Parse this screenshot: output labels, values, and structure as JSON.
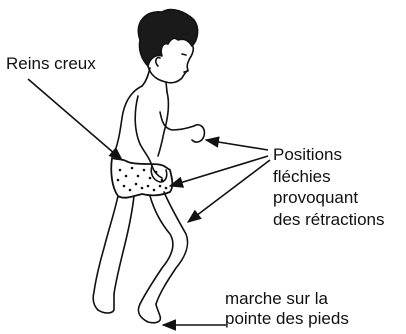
{
  "labels": {
    "reins": "Reins creux",
    "positions": [
      "Positions",
      "fléchies",
      "provoquant",
      "des rétractions"
    ],
    "marche": [
      "marche sur la",
      "pointe des pieds"
    ]
  },
  "colors": {
    "ink": "#111111",
    "background": "#ffffff"
  }
}
